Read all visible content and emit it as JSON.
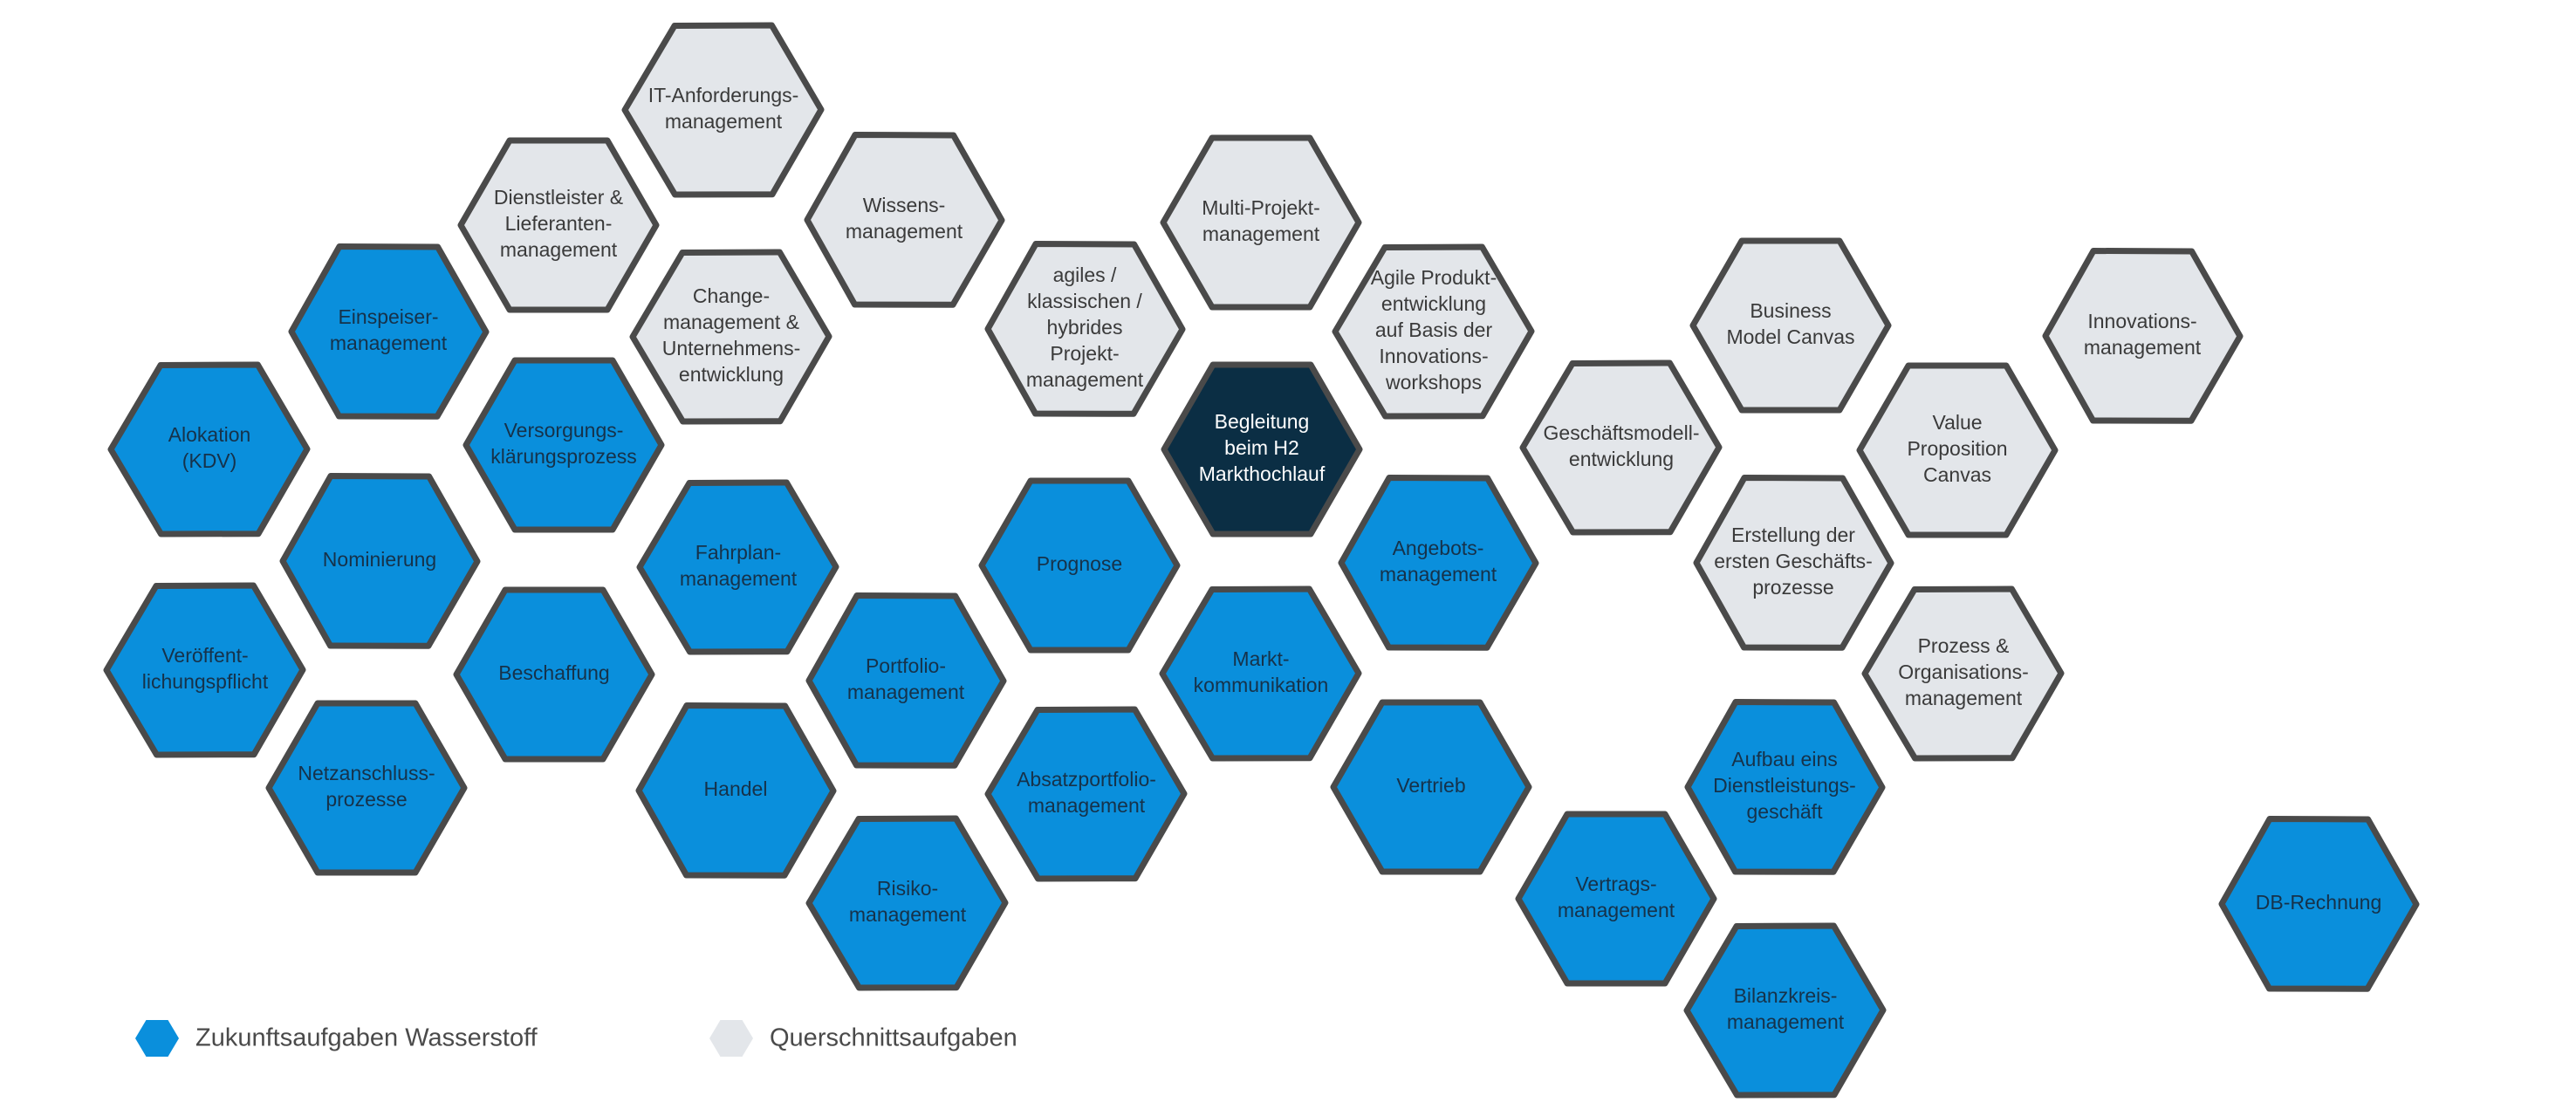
{
  "colors": {
    "blue": "#0a8fdc",
    "grey": "#e3e6ea",
    "dark": "#0b2e44",
    "outline": "#4a4a4a"
  },
  "nodes": [
    {
      "id": "it-anforderungsmanagement",
      "category": "grey",
      "lines": [
        "IT-Anforderungs-",
        "management"
      ]
    },
    {
      "id": "dienstleister-lieferantenmanagement",
      "category": "grey",
      "lines": [
        "Dienstleister &",
        "Lieferanten-",
        "management"
      ]
    },
    {
      "id": "wissensmanagement",
      "category": "grey",
      "lines": [
        "Wissens-",
        "management"
      ]
    },
    {
      "id": "change-management",
      "category": "grey",
      "lines": [
        "Change-",
        "management &",
        "Unternehmens-",
        "entwicklung"
      ]
    },
    {
      "id": "multi-projektmanagement",
      "category": "grey",
      "lines": [
        "Multi-Projekt-",
        "management"
      ]
    },
    {
      "id": "agiles-projektmanagement",
      "category": "grey",
      "lines": [
        "agiles /",
        "klassischen /",
        "hybrides",
        "Projekt-",
        "management"
      ]
    },
    {
      "id": "agile-produktentwicklung",
      "category": "grey",
      "lines": [
        "Agile Produkt-",
        "entwicklung",
        "auf Basis der",
        "Innovations-",
        "workshops"
      ]
    },
    {
      "id": "business-model-canvas",
      "category": "grey",
      "lines": [
        "Business",
        "Model Canvas"
      ]
    },
    {
      "id": "innovationsmanagement",
      "category": "grey",
      "lines": [
        "Innovations-",
        "management"
      ]
    },
    {
      "id": "geschaeftsmodellentwicklung",
      "category": "grey",
      "lines": [
        "Geschäftsmodell-",
        "entwicklung"
      ]
    },
    {
      "id": "value-proposition-canvas",
      "category": "grey",
      "lines": [
        "Value",
        "Proposition",
        "Canvas"
      ]
    },
    {
      "id": "erstellung-geschaeftsprozesse",
      "category": "grey",
      "lines": [
        "Erstellung der",
        "ersten Geschäfts-",
        "prozesse"
      ]
    },
    {
      "id": "prozess-organisationsmanagement",
      "category": "grey",
      "lines": [
        "Prozess &",
        "Organisations-",
        "management"
      ]
    },
    {
      "id": "begleitung-h2-markthochlauf",
      "category": "dark",
      "lines": [
        "Begleitung",
        "beim H2",
        "Markthochlauf"
      ]
    },
    {
      "id": "einspeisermanagement",
      "category": "blue",
      "lines": [
        "Einspeiser-",
        "management"
      ]
    },
    {
      "id": "alokation-kdv",
      "category": "blue",
      "lines": [
        "Alokation",
        "(KDV)"
      ]
    },
    {
      "id": "versorgungsklaerungsprozess",
      "category": "blue",
      "lines": [
        "Versorgungs-",
        "klärungsprozess"
      ]
    },
    {
      "id": "nominierung",
      "category": "blue",
      "lines": [
        "Nominierung"
      ]
    },
    {
      "id": "fahrplanmanagement",
      "category": "blue",
      "lines": [
        "Fahrplan-",
        "management"
      ]
    },
    {
      "id": "prognose",
      "category": "blue",
      "lines": [
        "Prognose"
      ]
    },
    {
      "id": "angebotsmanagement",
      "category": "blue",
      "lines": [
        "Angebots-",
        "management"
      ]
    },
    {
      "id": "veroeffentlichungspflicht",
      "category": "blue",
      "lines": [
        "Veröffent-",
        "lichungspflicht"
      ]
    },
    {
      "id": "beschaffung",
      "category": "blue",
      "lines": [
        "Beschaffung"
      ]
    },
    {
      "id": "portfoliomanagement",
      "category": "blue",
      "lines": [
        "Portfolio-",
        "management"
      ]
    },
    {
      "id": "marktkommunikation",
      "category": "blue",
      "lines": [
        "Markt-",
        "kommunikation"
      ]
    },
    {
      "id": "netzanschlussprozesse",
      "category": "blue",
      "lines": [
        "Netzanschluss-",
        "prozesse"
      ]
    },
    {
      "id": "handel",
      "category": "blue",
      "lines": [
        "Handel"
      ]
    },
    {
      "id": "absatzportfoliomanagement",
      "category": "blue",
      "lines": [
        "Absatzportfolio-",
        "management"
      ]
    },
    {
      "id": "vertrieb",
      "category": "blue",
      "lines": [
        "Vertrieb"
      ]
    },
    {
      "id": "aufbau-dienstleistungsgeschaeft",
      "category": "blue",
      "lines": [
        "Aufbau eins",
        "Dienstleistungs-",
        "geschäft"
      ]
    },
    {
      "id": "risikomanagement",
      "category": "blue",
      "lines": [
        "Risiko-",
        "management"
      ]
    },
    {
      "id": "vertragsmanagement",
      "category": "blue",
      "lines": [
        "Vertrags-",
        "management"
      ]
    },
    {
      "id": "db-rechnung",
      "category": "blue",
      "lines": [
        "DB-Rechnung"
      ]
    },
    {
      "id": "bilanzkreismanagement",
      "category": "blue",
      "lines": [
        "Bilanzkreis-",
        "management"
      ]
    }
  ],
  "legend": [
    {
      "category": "blue",
      "label": "Zukunftsaufgaben Wasserstoff"
    },
    {
      "category": "grey",
      "label": "Querschnittsaufgaben"
    }
  ]
}
